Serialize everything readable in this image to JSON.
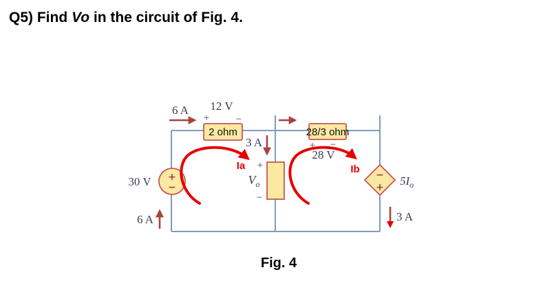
{
  "title": {
    "prefix": "Q5) Find ",
    "variable": "Vo",
    "suffix": " in the circuit of Fig. 4."
  },
  "caption": "Fig. 4",
  "colors": {
    "wire": "#7d9dbb",
    "component_fill": "#fbe8a2",
    "component_border": "#c9574f",
    "current_arrow": "#a8423e",
    "mesh_arrow": "#e60000",
    "label_text": "#3d3d57"
  },
  "circuit": {
    "top_left_current": {
      "label": "6 A",
      "direction": "right"
    },
    "top_voltage_source": {
      "label": "12 V",
      "plus": "+",
      "minus": "−"
    },
    "resistor_left": {
      "label": "2 ohm"
    },
    "resistor_right": {
      "label": "28/3 ohm"
    },
    "right_branch_voltage": {
      "label": "28 V",
      "plus": "+",
      "minus": "−"
    },
    "middle_branch_current": {
      "label": "3 A",
      "direction": "down"
    },
    "output_voltage": {
      "plus": "+",
      "symbol": "V",
      "subscript": "o",
      "minus": "−"
    },
    "left_source": {
      "label": "30 V",
      "plus": "+",
      "minus": "−"
    },
    "bottom_left_current": {
      "label": "6 A",
      "direction": "up"
    },
    "dependent_source": {
      "coefficient": "5I",
      "subscript": "o",
      "minus": "−",
      "plus": "+"
    },
    "bottom_right_current": {
      "label": "3 A",
      "direction": "down"
    },
    "mesh_currents": {
      "a": "Ia",
      "b": "Ib"
    }
  }
}
